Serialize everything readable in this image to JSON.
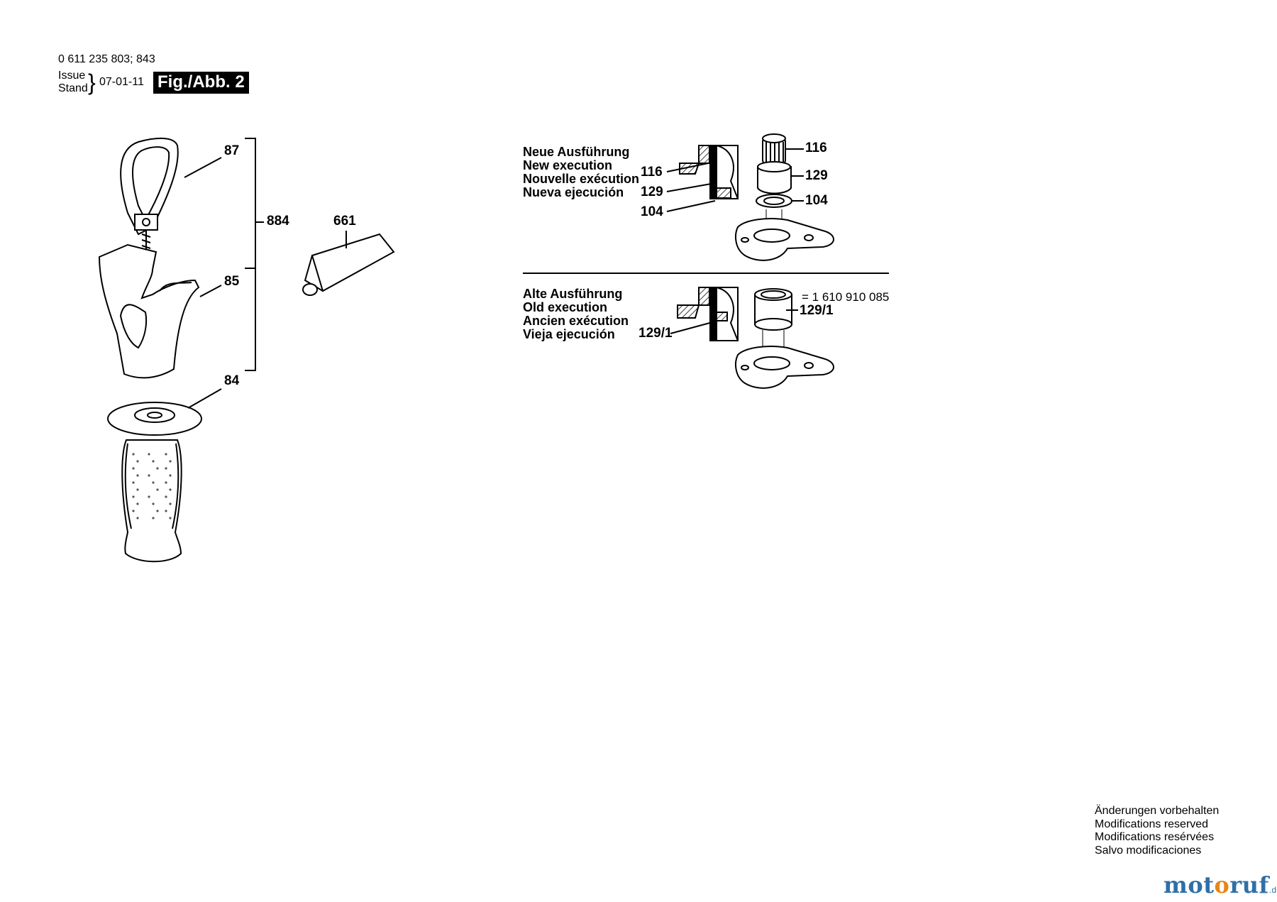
{
  "header": {
    "part_numbers": "0 611 235 803; 843",
    "issue_label": "Issue",
    "stand_label": "Stand",
    "brace": "}",
    "date": "07-01-11",
    "figure_label": "Fig./Abb. 2"
  },
  "callouts": {
    "handle_group": {
      "c87": "87",
      "c884": "884",
      "c85": "85",
      "c84": "84",
      "c661": "661"
    },
    "new_exec": {
      "left_116": "116",
      "left_129": "129",
      "left_104": "104",
      "right_116": "116",
      "right_129": "129",
      "right_104": "104"
    },
    "old_exec": {
      "left_129_1": "129/1",
      "right_129_1": "129/1",
      "ref_number": "= 1 610 910 085"
    }
  },
  "new_execution": {
    "lines": [
      "Neue Ausführung",
      "New execution",
      "Nouvelle exécution",
      "Nueva ejecución"
    ]
  },
  "old_execution": {
    "lines": [
      "Alte Ausführung",
      "Old execution",
      "Ancien exécution",
      "Vieja ejecución"
    ]
  },
  "footer": {
    "notes": [
      "Änderungen vorbehalten",
      "Modifications reserved",
      "Modifications resérvées",
      "Salvo modificaciones"
    ],
    "logo_a": "mot",
    "logo_o": "o",
    "logo_b": "ruf",
    "logo_tld": ".de"
  }
}
